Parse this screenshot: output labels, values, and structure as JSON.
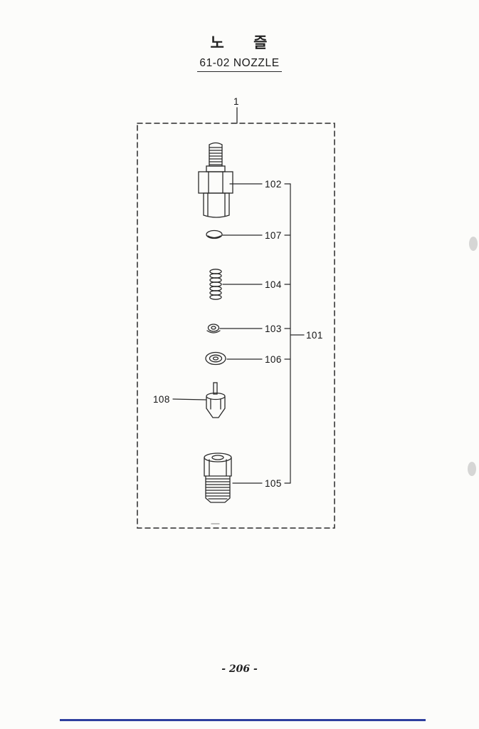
{
  "header": {
    "title_korean": "노 즐",
    "section_code": "61-02 NOZZLE"
  },
  "diagram": {
    "labels": {
      "assembly": "1",
      "group": "101",
      "part102": "102",
      "part107": "107",
      "part104": "104",
      "part103": "103",
      "part106": "106",
      "part108": "108",
      "part105": "105"
    }
  },
  "footer": {
    "page_number": "- 206 -"
  }
}
